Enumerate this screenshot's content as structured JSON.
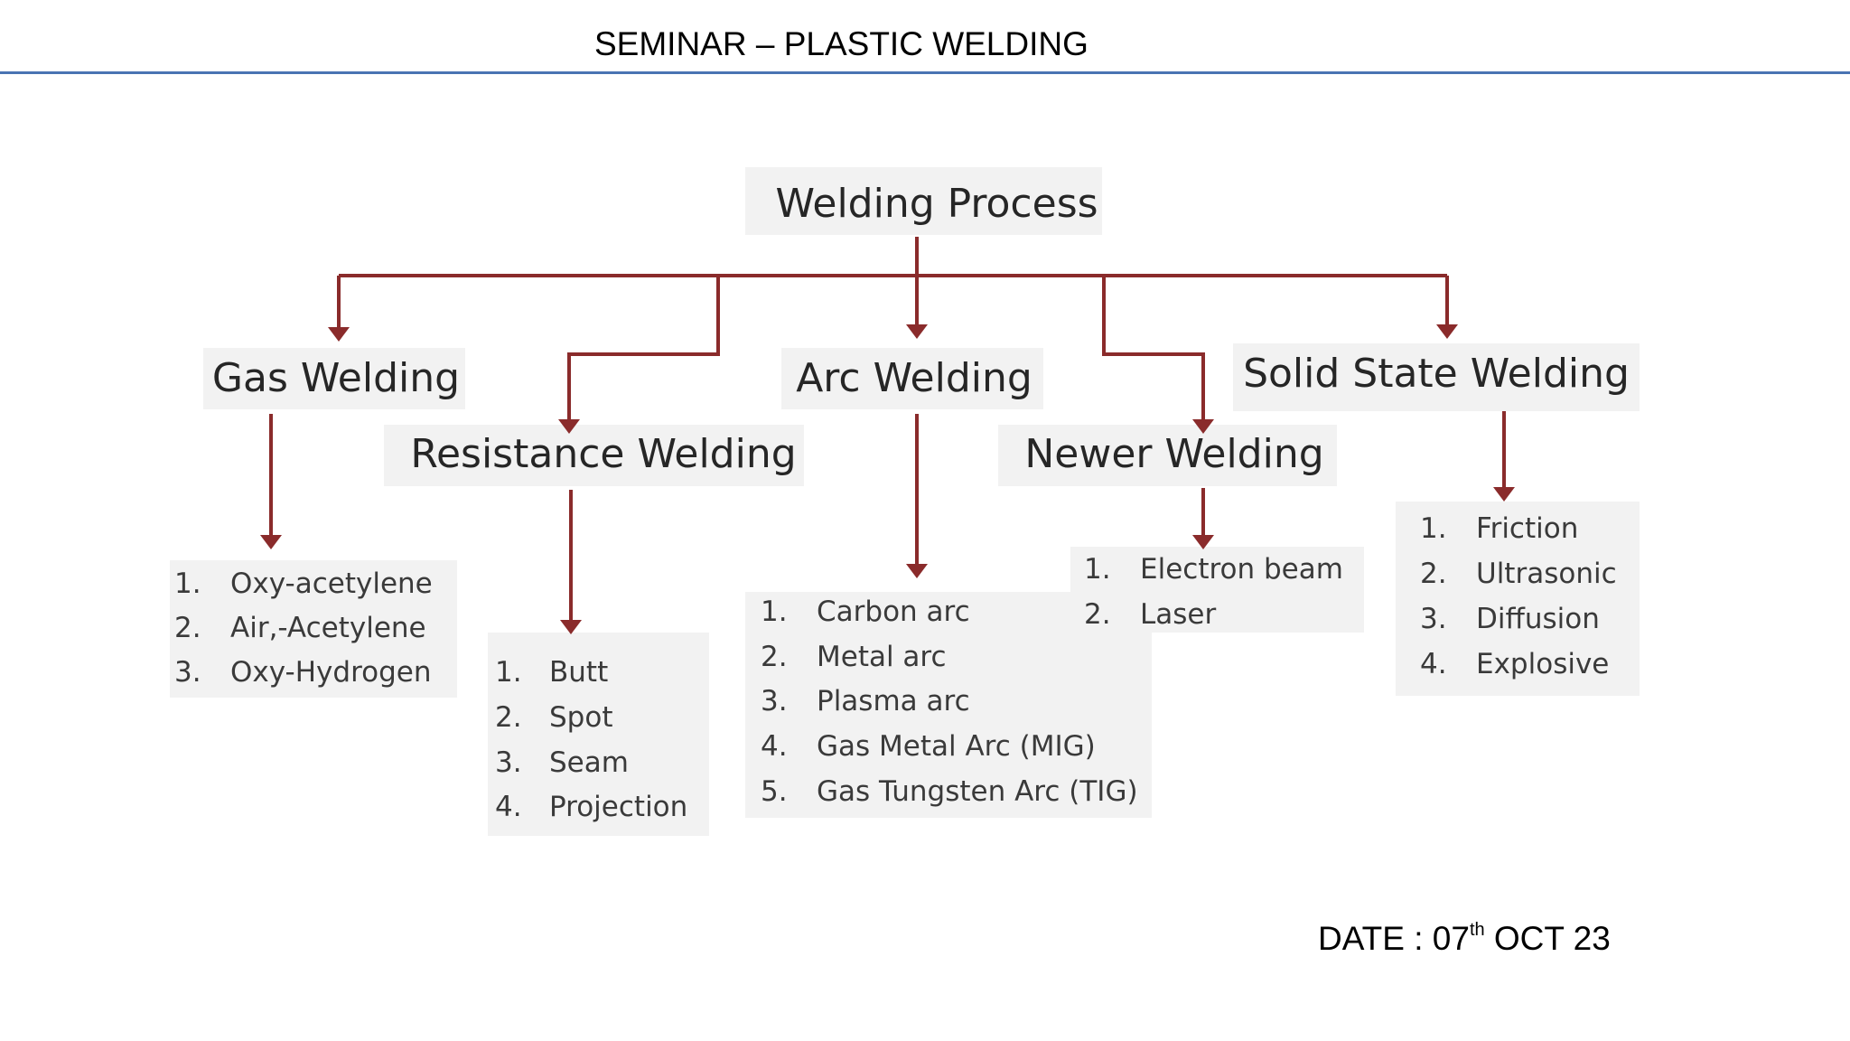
{
  "slide": {
    "title": "SEMINAR – PLASTIC WELDING",
    "date_prefix": "DATE : 07",
    "date_suffix": "th",
    "date_rest": " OCT 23"
  },
  "diagram": {
    "root": "Welding Process",
    "branches": [
      {
        "label": "Gas Welding",
        "items": [
          "Oxy-acetylene",
          "Air,-Acetylene",
          "Oxy-Hydrogen"
        ]
      },
      {
        "label": "Resistance Welding",
        "items": [
          "Butt",
          "Spot",
          "Seam",
          "Projection"
        ]
      },
      {
        "label": "Arc Welding",
        "items": [
          "Carbon arc",
          "Metal arc",
          "Plasma arc",
          "Gas Metal Arc (MIG)",
          "Gas Tungsten Arc (TIG)"
        ]
      },
      {
        "label": "Newer Welding",
        "items": [
          "Electron beam",
          "Laser"
        ]
      },
      {
        "label": "Solid State Welding",
        "items": [
          "Friction",
          "Ultrasonic",
          "Diffusion",
          "Explosive"
        ]
      }
    ],
    "line_color": "#8a2b2b"
  }
}
